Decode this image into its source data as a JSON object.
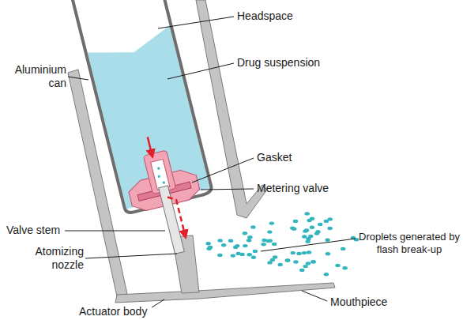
{
  "diagram": {
    "labels": [
      "Headspace",
      "Drug suspension",
      "Aluminium can",
      "Gasket",
      "Metering valve",
      "Valve stem",
      "Atomizing nozzle",
      "Droplets generated by flash break-up",
      "Actuator body",
      "Mouthpiece"
    ]
  }
}
